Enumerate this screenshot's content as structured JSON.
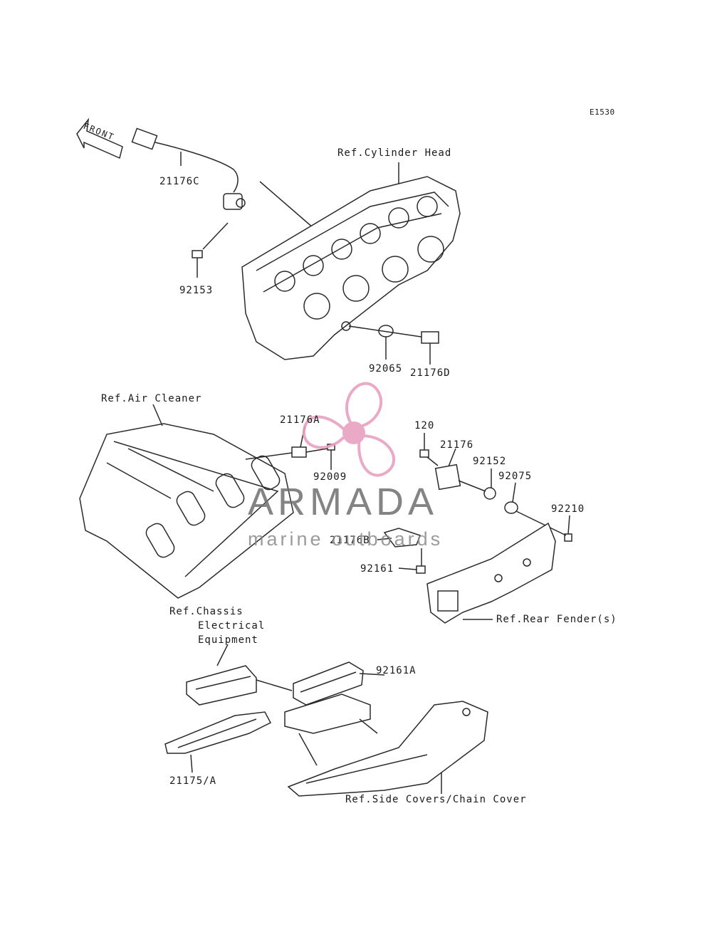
{
  "diagram": {
    "code": "E1530",
    "front_label": "FRONT",
    "refs": {
      "cylinder_head": "Ref.Cylinder Head",
      "air_cleaner": "Ref.Air Cleaner",
      "rear_fender": "Ref.Rear Fender(s)",
      "chassis_line1": "Ref.Chassis",
      "chassis_line2": "Electrical",
      "chassis_line3": "Equipment",
      "side_covers": "Ref.Side Covers/Chain Cover"
    },
    "parts": [
      "21176C",
      "92153",
      "92065",
      "21176D",
      "21176A",
      "92009",
      "120",
      "21176",
      "92152",
      "92075",
      "92210",
      "21176B",
      "92161",
      "92161A",
      "21175/A"
    ]
  },
  "watermark": {
    "brand": "ARMADA",
    "tagline": "marine outboards",
    "accent_color": "#e8a0c0",
    "text_color": "#6f6f6f"
  }
}
